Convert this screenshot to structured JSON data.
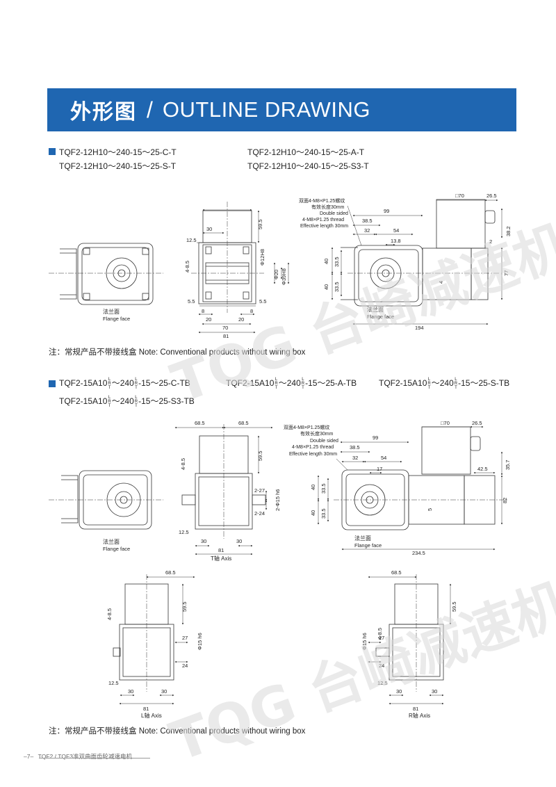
{
  "header": {
    "title_cn": "外形图",
    "separator": "/",
    "title_en": "OUTLINE DRAWING"
  },
  "section1": {
    "models_left": [
      "TQF2-12H10～240-15～25-C-T",
      "TQF2-12H10～240-15～25-S-T"
    ],
    "models_right": [
      "TQF2-12H10～240-15～25-A-T",
      "TQF2-12H10～240-15～25-S3-T"
    ],
    "note": "注：常规产品不带接线盒 Note: Conventional products without wiring box"
  },
  "section2": {
    "models": [
      {
        "a": "TQF2-15A10",
        "b": "～240",
        "c": "-15～25-C-TB"
      },
      {
        "a": "TQF2-15A10",
        "b": "～240",
        "c": "-15～25-A-TB"
      },
      {
        "a": "TQF2-15A10",
        "b": "～240",
        "c": "-15～25-S-TB"
      },
      {
        "a": "TQF2-15A10",
        "b": "～240",
        "c": "-15～25-S3-TB"
      }
    ],
    "stack_top": "L",
    "stack_mid": "R",
    "stack_bot": "T",
    "note": "注：常规产品不带接线盒 Note: Conventional products without wiring box"
  },
  "drawing_labels": {
    "flange_cn": "法兰面",
    "flange_en": "Flange face",
    "thread_cn1": "双面4-M8×P1.25螺纹",
    "thread_cn2": "有效长度30mm",
    "thread_en1": "Double sided",
    "thread_en2": "4-M8×P1.25 thread",
    "thread_en3": "Effective length 30mm",
    "t_axis": "T轴 Axis",
    "l_axis": "L轴 Axis",
    "r_axis": "R轴 Axis"
  },
  "dims1_side": {
    "d30": "30",
    "d59_5": "59.5",
    "d12_5": "12.5",
    "d4_8_5": "4-8.5",
    "d5_5a": "5.5",
    "d5_5b": "5.5",
    "d8a": "8",
    "d8b": "8",
    "d20a": "20",
    "d20b": "20",
    "d70": "70",
    "d81": "81",
    "phi12": "Φ12H8",
    "phi20": "Φ20",
    "phi39": "Φ39H8"
  },
  "dims1_front": {
    "sq70": "□70",
    "d26_5": "26.5",
    "d99": "99",
    "d38_5": "38.5",
    "d32": "32",
    "d54": "54",
    "d13_8": "13.8",
    "d2": "2",
    "d38_2": "38.2",
    "d77": "77",
    "d40a": "40",
    "d40b": "40",
    "d33_5a": "33.5",
    "d33_5b": "33.5",
    "d4": "4",
    "d194": "194"
  },
  "dims2_side": {
    "d68_5a": "68.5",
    "d68_5b": "68.5",
    "d59_5": "59.5",
    "d4_8_5": "4-8.5",
    "d2_27": "2-27",
    "d2_24": "2-24",
    "phi15": "2-Φ15 h6",
    "d12_5": "12.5",
    "d30a": "30",
    "d30b": "30",
    "d81": "81"
  },
  "dims2_front": {
    "sq70": "□70",
    "d26_5": "26.5",
    "d99": "99",
    "d38_5": "38.5",
    "d32": "32",
    "d54": "54",
    "d17": "17",
    "d42_5": "42.5",
    "d35_7": "35.7",
    "d82": "82",
    "d40a": "40",
    "d40b": "40",
    "d33_5a": "33.5",
    "d33_5b": "33.5",
    "d5": "5",
    "d234_5": "234.5"
  },
  "dims3": {
    "d68_5": "68.5",
    "d59_5": "59.5",
    "d4_8_5": "4-8.5",
    "phi15": "Φ15 h6",
    "d27": "27",
    "d24": "24",
    "d12_5": "12.5",
    "d30a": "30",
    "d30b": "30",
    "d81": "81"
  },
  "watermark": {
    "text": "TQG 台崎减速机"
  },
  "footer": {
    "page": "–7–",
    "text": "TQF2 / TQF3准双曲面齿轮减速电机"
  },
  "colors": {
    "banner": "#1f66b1",
    "line": "#333333",
    "watermark": "#d9d9d9"
  }
}
